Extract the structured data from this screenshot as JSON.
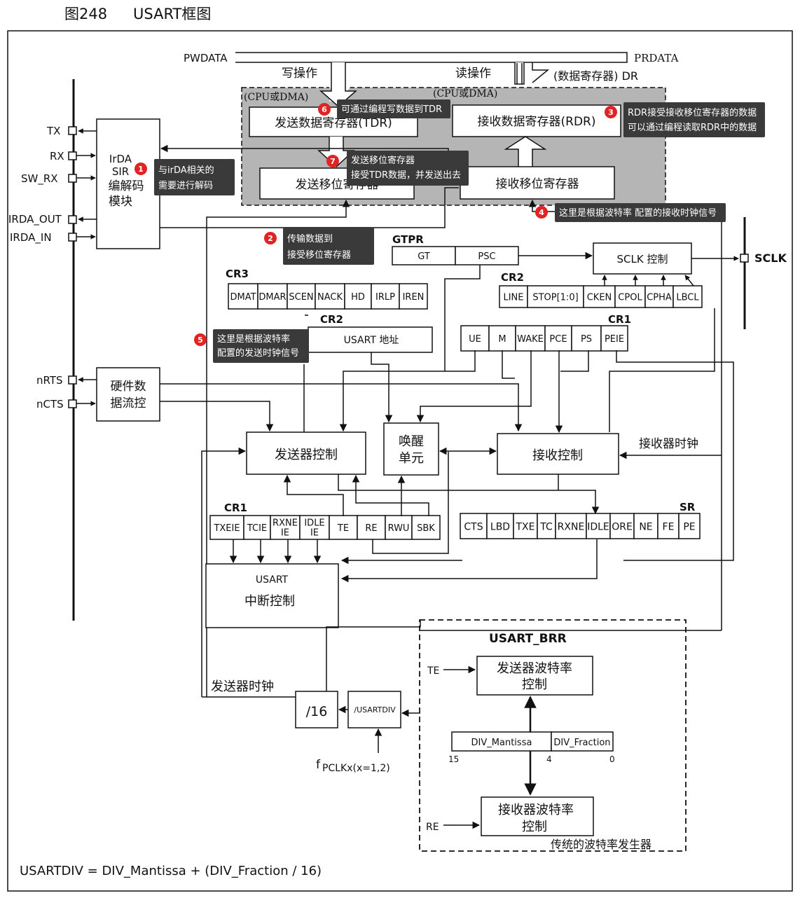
{
  "figure": {
    "number": "图248",
    "title": "USART框图"
  },
  "bus": {
    "pwdata": "PWDATA",
    "prdata": "PRDATA",
    "write_op": "写操作",
    "read_op": "读操作",
    "data_reg": "(数据寄存器) DR",
    "cpu_dma_left": "(CPU或DMA)",
    "cpu_dma_right": "(CPU或DMA)"
  },
  "registers": {
    "tdr": "发送数据寄存器(TDR)",
    "rdr": "接收数据寄存器(RDR)",
    "tx_shift": "发送移位寄存器",
    "rx_shift": "接收移位寄存器"
  },
  "pins": [
    "TX",
    "RX",
    "SW_RX",
    "IRDA_OUT",
    "IRDA_IN",
    "nRTS",
    "nCTS",
    "SCLK"
  ],
  "irda": {
    "line1": "IrDA",
    "line2": "SIR",
    "line3": "编解码",
    "line4": "模块"
  },
  "flow": {
    "line1": "硬件数",
    "line2": "据流控"
  },
  "gtpr": {
    "label": "GTPR",
    "fields": [
      "GT",
      "PSC"
    ]
  },
  "sclk_ctrl": "SCLK 控制",
  "cr2_top": {
    "label": "CR2",
    "fields": [
      "LINE",
      "STOP[1:0]",
      "CKEN",
      "CPOL",
      "CPHA",
      "LBCL"
    ]
  },
  "cr3": {
    "label": "CR3",
    "fields": [
      "DMAT",
      "DMAR",
      "SCEN",
      "NACK",
      "HD",
      "IRLP",
      "IREN"
    ]
  },
  "cr2_addr": {
    "label": "CR2",
    "field": "USART 地址"
  },
  "cr1_top": {
    "label": "CR1",
    "fields": [
      "UE",
      "M",
      "WAKE",
      "PCE",
      "PS",
      "PEIE"
    ]
  },
  "tx_ctrl": "发送器控制",
  "wake": {
    "line1": "唤醒",
    "line2": "单元"
  },
  "rx_ctrl": "接收控制",
  "rx_clock": "接收器时钟",
  "cr1_bottom": {
    "label": "CR1",
    "fields": [
      "TXEIE",
      "TCIE",
      "RXNE IE",
      "IDLE IE",
      "TE",
      "RE",
      "RWU",
      "SBK"
    ]
  },
  "sr": {
    "label": "SR",
    "fields": [
      "CTS",
      "LBD",
      "TXE",
      "TC",
      "RXNE",
      "IDLE",
      "ORE",
      "NE",
      "FE",
      "PE"
    ]
  },
  "irq": {
    "line1": "USART",
    "line2": "中断控制"
  },
  "tx_clock": "发送器时钟",
  "div16": "/16",
  "usartdiv": "/USARTDIV",
  "fpclk": {
    "main": "f",
    "sub": "PCLKx(x=1,2)"
  },
  "brr": {
    "label": "USART_BRR",
    "te": "TE",
    "re": "RE",
    "tx_rate": {
      "line1": "发送器波特率",
      "line2": "控制"
    },
    "rx_rate": {
      "line1": "接收器波特率",
      "line2": "控制"
    },
    "mantissa": "DIV_Mantissa",
    "fraction": "DIV_Fraction",
    "bit15": "15",
    "bit4": "4",
    "bit0": "0",
    "footer": "传统的波特率发生器"
  },
  "formula": "USARTDIV = DIV_Mantissa + (DIV_Fraction / 16)",
  "notes": [
    {
      "num": "1",
      "lines": [
        "与irDA相关的",
        "需要进行解码"
      ]
    },
    {
      "num": "2",
      "lines": [
        "传输数据到",
        "接受移位寄存器"
      ]
    },
    {
      "num": "3",
      "lines": [
        "RDR接受接收移位寄存器的数据",
        "可以通过编程读取RDR中的数据"
      ]
    },
    {
      "num": "4",
      "lines": [
        "这里是根据波特率 配置的接收时钟信号"
      ]
    },
    {
      "num": "5",
      "lines": [
        "这里是根据波特率",
        "配置的发送时钟信号"
      ]
    },
    {
      "num": "6",
      "lines": [
        "可通过编程写数据到TDR"
      ]
    },
    {
      "num": "7",
      "lines": [
        "发送移位寄存器",
        "接受TDR数据，并发送出去"
      ]
    }
  ]
}
